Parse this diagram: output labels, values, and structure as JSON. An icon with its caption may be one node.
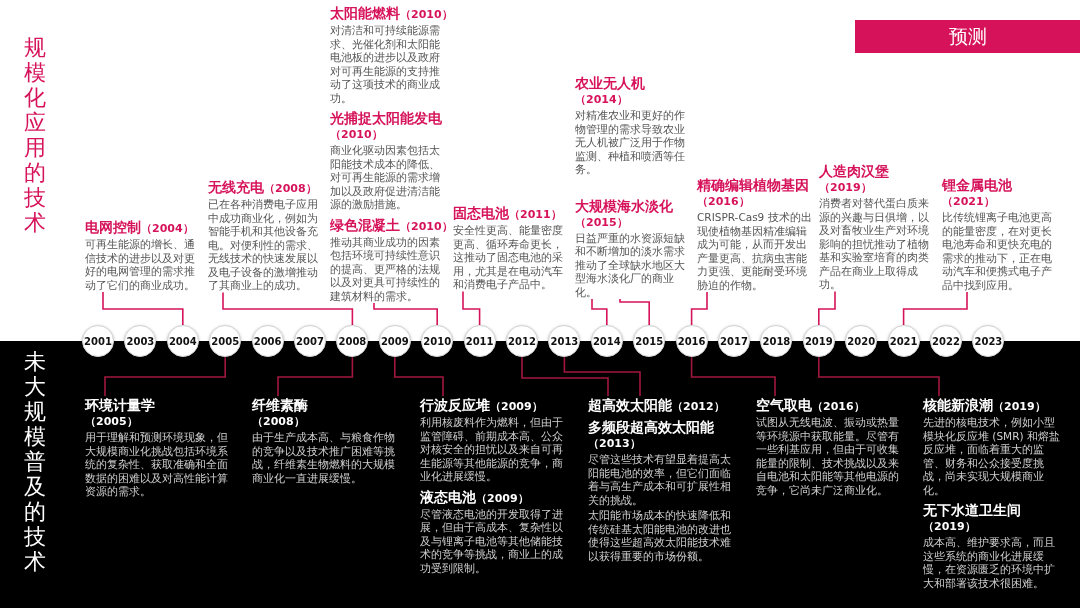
{
  "diagram": {
    "nodes": [
      {
        "text": [
          "预测"
        ]
      },
      {
        "text": [
          "电网控制",
          "（2004）",
          "可再生能源的增长、通信技术的进步以及对更好的电网管理的需求推动了它们的商业成功。"
        ]
      },
      {
        "text": [
          "无线充电",
          "（2008）",
          "已在各种消费电子应用中成功商业化，例如为智能手机和其他设备充电。对便利性的需求、无线技术的快速发展以及电子设备的激增推动了其商业上的成功。"
        ]
      },
      {
        "text": [
          "太阳能燃料",
          "（2010）",
          "对清洁和可持续能源需求、光催化剂和太阳能电池板的进步以及政府对可再生能源的支持推动了这项技术的商业成功。",
          "光捕捉太阳能发电",
          "（2010）",
          "商业化驱动因素包括太阳能技术成本的降低、对可再生能源的需求增加以及政府促进清洁能源的激励措施。",
          "绿色混凝土",
          "（2010）",
          "推动其商业成功的因素包括环境可持续性意识的提高、更严格的法规以及对更具可持续性的建筑材料的需求。"
        ]
      },
      {
        "text": [
          "固态电池",
          "（2011）",
          "安全性更高、能量密度更高、循环寿命更长，这推动了固态电池的采用，尤其是在电动汽车和消费电子产品中。"
        ]
      },
      {
        "text": [
          "农业无人机",
          "（2014）",
          "对精准农业和更好的作物管理的需求导致农业无人机被广泛用于作物监测、种植和喷洒等任务。",
          "大规模海水淡化",
          "（2015）",
          "日益严重的水资源短缺和不断增加的淡水需求推动了全球缺水地区大型海水淡化厂的商业化。"
        ]
      },
      {
        "text": [
          "精确编辑植物基因",
          "（2016）",
          "CRISPR-Cas9 技术的出现使植物基因精准编辑成为可能，从而开发出产量更高、抗病虫害能力更强、更能耐受环境胁迫的作物。"
        ]
      },
      {
        "text": [
          "人造肉汉堡",
          "（2019）",
          "消费者对替代蛋白质来源的兴趣与日俱增，以及对畜牧业生产对环境影响的担忧推动了植物基和实验室培育的肉类产品在商业上取得成功。"
        ]
      },
      {
        "text": [
          "锂金属电池",
          "（2021）",
          "比传统锂离子电池更高的能量密度，在对更长电池寿命和更快充电的需求的推动下，正在电动汽车和便携式电子产品中找到应用。"
        ]
      },
      {
        "text": [
          "2001"
        ]
      },
      {
        "text": [
          "2003"
        ]
      },
      {
        "text": [
          "2004"
        ]
      },
      {
        "text": [
          "2005"
        ]
      },
      {
        "text": [
          "2006"
        ]
      },
      {
        "text": [
          "2007"
        ]
      },
      {
        "text": [
          "2008"
        ]
      },
      {
        "text": [
          "2009"
        ]
      },
      {
        "text": [
          "2010"
        ]
      },
      {
        "text": [
          "2011"
        ]
      },
      {
        "text": [
          "2012"
        ]
      },
      {
        "text": [
          "2013"
        ]
      },
      {
        "text": [
          "2014"
        ]
      },
      {
        "text": [
          "2015"
        ]
      },
      {
        "text": [
          "2016"
        ]
      },
      {
        "text": [
          "2017"
        ]
      },
      {
        "text": [
          "2018"
        ]
      },
      {
        "text": [
          "2019"
        ]
      },
      {
        "text": [
          "2020"
        ]
      },
      {
        "text": [
          "2021"
        ]
      },
      {
        "text": [
          "2022"
        ]
      },
      {
        "text": [
          "2023"
        ]
      },
      {
        "text": [
          "未大规模普及的技术"
        ]
      },
      {
        "text": [
          "环境计量学",
          "（2005）",
          "用于理解和预测环境现象，但大规模商业化挑战包括环境系统的复杂性、获取准确和全面数据的困难以及对高性能计算资源的需求。"
        ],
        "in": 31
      },
      {
        "text": [
          "纤维素酶",
          "（2008）",
          "由于生产成本高、与粮食作物的竞争以及技术推广困难等挑战，纤维素生物燃料的大规模商业化一直进展缓慢。"
        ],
        "in": 31
      },
      {
        "text": [
          "行波反应堆",
          "（2009）",
          "利用核废料作为燃料，但由于监管障碍、前期成本高、公众对核安全的担忧以及来自可再生能源等其他能源的竞争，商业化进展缓慢。",
          "液态电池",
          "（2009）",
          "尽管液态电池的开发取得了进展，但由于高成本、复杂性以及与锂离子电池等其他储能技术的竞争等挑战，商业上的成功受到限制。"
        ],
        "in": 31
      },
      {
        "text": [
          "超高效太阳能",
          "（2012）",
          "多频段超高效太阳能",
          "（2013）",
          "尽管这些技术有望显着提高太阳能电池的效率，但它们面临着与高生产成本和可扩展性相关的挑战。",
          "太阳能市场成本的快速降低和传统硅基太阳能电池的改进也使得这些超高效太阳能技术难以获得重要的市场份额。"
        ],
        "in": 31
      },
      {
        "text": [
          "空气取电",
          "（2016）",
          "试图从无线电波、振动或热量等环境源中获取能量。尽管有一些利基应用，但由于可收集能量的限制、技术挑战以及来自电池和太阳能等其他电源的竞争，它尚未广泛商业化。"
        ],
        "in": 31
      },
      {
        "text": [
          "核能新浪潮",
          "（2019）",
          "先进的核电技术，例如小型模块化反应堆 (SMR) 和熔盐反应堆，面临着重大的监管、财务和公众接受度挑战，尚未实现大规模商业化。",
          "无下水道卫生间",
          "（2019）",
          "成本高、维护要求高，而且这些系统的商业化进展缓慢，在资源匮乏的环境中扩大和部署该技术很困难。"
        ],
        "in": 31
      }
    ],
    "edges": [
      {
        "from": 1,
        "to": 11,
        "arrow": "none"
      },
      {
        "from": 2,
        "to": 15,
        "arrow": "none"
      },
      {
        "from": 3,
        "to": 17,
        "arrow": "none"
      },
      {
        "from": 4,
        "to": 18,
        "arrow": "none"
      },
      {
        "from": 5,
        "to": 21,
        "arrow": "none"
      },
      {
        "from": 5,
        "to": 22,
        "arrow": "none"
      },
      {
        "from": 6,
        "to": 23,
        "arrow": "none"
      },
      {
        "from": 7,
        "to": 26,
        "arrow": "none"
      },
      {
        "from": 8,
        "to": 28,
        "arrow": "none"
      },
      {
        "from": 32,
        "to": 12,
        "arrow": "none",
        "color": "#a3173f"
      },
      {
        "from": 33,
        "to": 15,
        "arrow": "none",
        "color": "#a3173f"
      },
      {
        "from": 34,
        "to": 16,
        "arrow": "none",
        "color": "#a3173f"
      },
      {
        "from": 35,
        "to": 19,
        "arrow": "none",
        "color": "#a3173f"
      },
      {
        "from": 35,
        "to": 20,
        "arrow": "none",
        "color": "#a3173f"
      },
      {
        "from": 36,
        "to": 23,
        "arrow": "none",
        "color": "#a3173f"
      },
      {
        "from": 37,
        "to": 26,
        "arrow": "none",
        "color": "#a3173f"
      }
    ],
    "labels": [
      "规模化应用的技术"
    ]
  }
}
